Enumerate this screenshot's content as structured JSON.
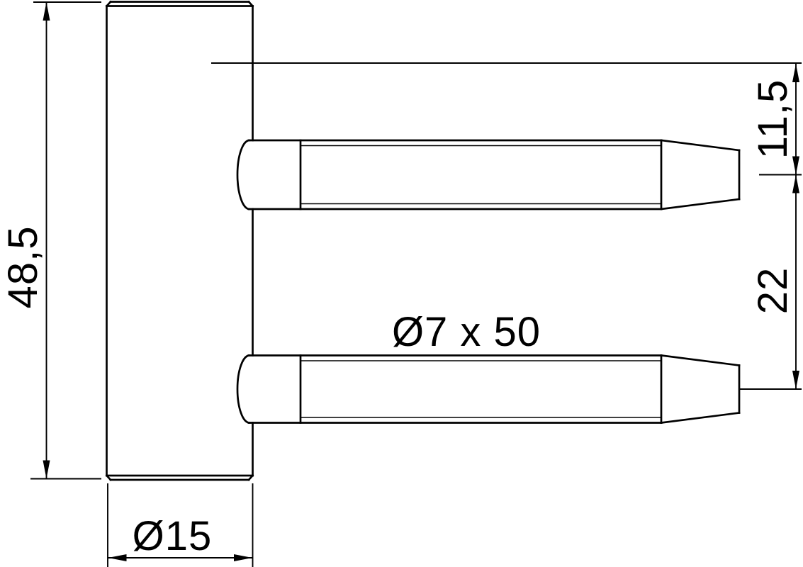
{
  "diagram": {
    "type": "technical-drawing",
    "labels": {
      "overall_height": "48,5",
      "barrel_diameter": "Ø15",
      "pin_spec": "Ø7 x 50",
      "pin_top_offset": "11,5",
      "pin_spacing": "22"
    },
    "colors": {
      "line": "#000000",
      "background": "#ffffff"
    }
  }
}
